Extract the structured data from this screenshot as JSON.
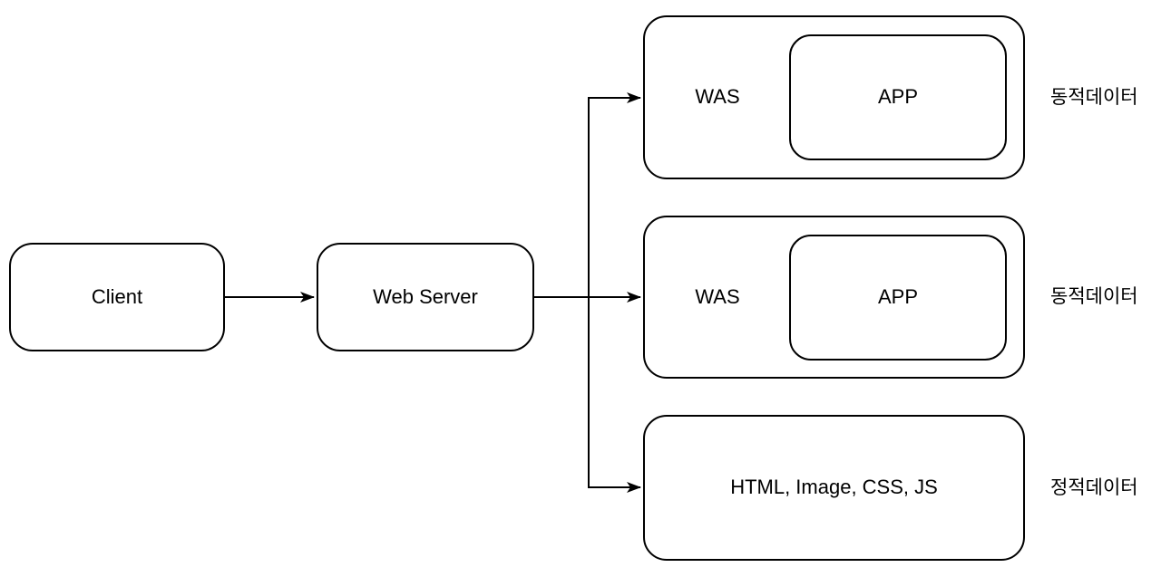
{
  "diagram": {
    "type": "flow-diagram",
    "colors": {
      "background": "#ffffff",
      "stroke": "#000000",
      "text": "#000000"
    },
    "nodes": {
      "client": {
        "label": "Client"
      },
      "web_server": {
        "label": "Web Server"
      },
      "was_top": {
        "label": "WAS",
        "inner_label": "APP",
        "annotation": "동적데이터"
      },
      "was_middle": {
        "label": "WAS",
        "inner_label": "APP",
        "annotation": "동적데이터"
      },
      "static_files": {
        "label": "HTML, Image, CSS, JS",
        "annotation": "정적데이터"
      }
    },
    "edges": [
      {
        "from": "client",
        "to": "web_server",
        "arrow": "filled-triangle"
      },
      {
        "from": "web_server",
        "to": "was_top",
        "arrow": "filled-triangle"
      },
      {
        "from": "web_server",
        "to": "was_middle",
        "arrow": "filled-triangle"
      },
      {
        "from": "web_server",
        "to": "static_files",
        "arrow": "filled-triangle"
      }
    ]
  }
}
